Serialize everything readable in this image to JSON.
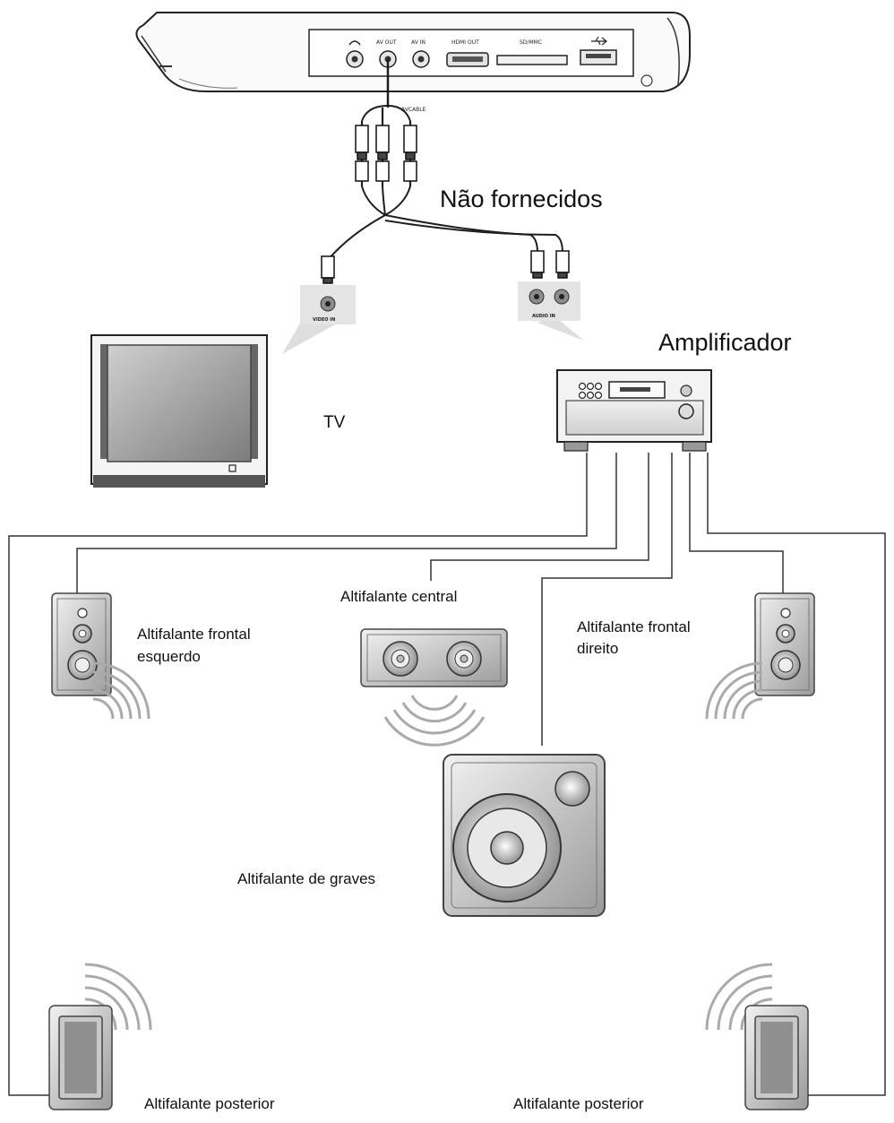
{
  "labels": {
    "not_supplied": "Não fornecidos",
    "amplifier": "Amplificador",
    "tv": "TV",
    "center_speaker": "Altifalante central",
    "front_left_line1": "Altifalante frontal",
    "front_left_line2": "esquerdo",
    "front_right_line1": "Altifalante frontal",
    "front_right_line2": "direito",
    "subwoofer": "Altifalante de graves",
    "rear_left": "Altifalante posterior",
    "rear_right": "Altifalante posterior"
  },
  "player_ports": {
    "headphone": "",
    "av_out": "AV OUT",
    "av_in": "AV IN",
    "hdmi_out": "HDMI OUT",
    "sd_mmc": "SD/MMC",
    "usb": ""
  },
  "cable_label": "AVCABLE",
  "inputs": {
    "video_in": "VIDEO IN",
    "audio_in": "AUDIO IN"
  }
}
